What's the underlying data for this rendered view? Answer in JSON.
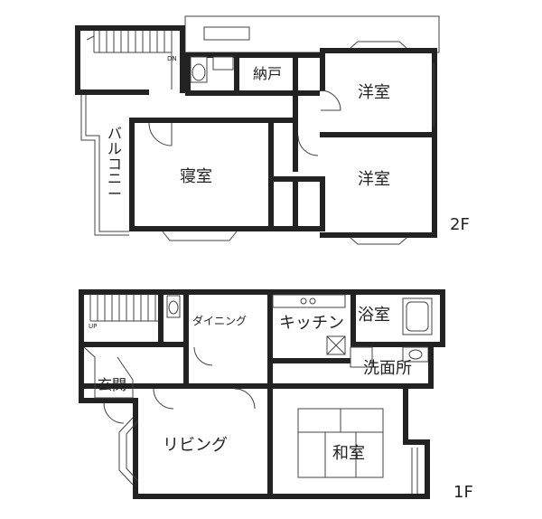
{
  "floors": {
    "second": {
      "floor_label": "2F",
      "dn_label": "DN",
      "rooms": {
        "storage": "納戸",
        "western_room_1": "洋室",
        "western_room_2": "洋室",
        "bedroom": "寝室",
        "balcony": "バルコニー"
      }
    },
    "first": {
      "floor_label": "1F",
      "up_label": "UP",
      "rooms": {
        "dining": "ダイニング",
        "kitchen": "キッチン",
        "bathroom": "浴室",
        "washroom": "洗面所",
        "entrance": "玄関",
        "living": "リビング",
        "japanese_room": "和室"
      }
    }
  }
}
